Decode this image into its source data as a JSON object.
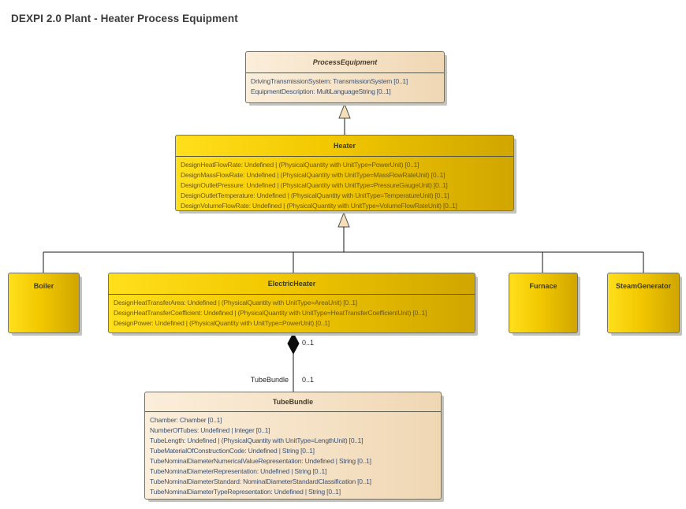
{
  "title": "DEXPI 2.0 Plant - Heater Process Equipment",
  "colors": {
    "class_yellow_light": "#ffdf1c",
    "class_yellow_dark": "#d0a600",
    "class_cream_light": "#fbeeda",
    "class_cream_dark": "#efd7b4",
    "attr_text_yellow": "#6f5b02",
    "attr_text_cream": "#3d5373",
    "box_border": "#73736b",
    "connector_line": "#161616",
    "generalization_arrow_fill": "#f4debc",
    "composition_diamond_fill": "#0c0c0c"
  },
  "classes": {
    "process_equipment": {
      "name": "ProcessEquipment",
      "attributes": [
        "DrivingTransmissionSystem: TransmissionSystem [0..1]",
        "EquipmentDescription: MultiLanguageString [0..1]"
      ]
    },
    "heater": {
      "name": "Heater",
      "attributes": [
        "DesignHeatFlowRate: Undefined | (PhysicalQuantity with UnitType=PowerUnit) [0..1]",
        "DesignMassFlowRate: Undefined | (PhysicalQuantity with UnitType=MassFlowRateUnit) [0..1]",
        "DesignOutletPressure: Undefined | (PhysicalQuantity with UnitType=PressureGaugeUnit) [0..1]",
        "DesignOutletTemperature: Undefined | (PhysicalQuantity with UnitType=TemperatureUnit) [0..1]",
        "DesignVolumeFlowRate: Undefined | (PhysicalQuantity with UnitType=VolumeFlowRateUnit) [0..1]"
      ]
    },
    "boiler": {
      "name": "Boiler"
    },
    "electric_heater": {
      "name": "ElectricHeater",
      "attributes": [
        "DesignHeatTransferArea: Undefined | (PhysicalQuantity with UnitType=AreaUnit) [0..1]",
        "DesignHeatTransferCoefficient: Undefined | (PhysicalQuantity with UnitType=HeatTransferCoefficientUnit) [0..1]",
        "DesignPower: Undefined | (PhysicalQuantity with UnitType=PowerUnit) [0..1]"
      ]
    },
    "furnace": {
      "name": "Furnace"
    },
    "steam_generator": {
      "name": "SteamGenerator"
    },
    "tube_bundle": {
      "name": "TubeBundle",
      "attributes": [
        "Chamber: Chamber [0..1]",
        "NumberOfTubes: Undefined | Integer [0..1]",
        "TubeLength: Undefined | (PhysicalQuantity with UnitType=LengthUnit) [0..1]",
        "TubeMaterialOfConstructionCode: Undefined | String [0..1]",
        "TubeNominalDiameterNumericalValueRepresentation: Undefined | String [0..1]",
        "TubeNominalDiameterRepresentation: Undefined | String [0..1]",
        "TubeNominalDiameterStandard: NominalDiameterStandardClassification [0..1]",
        "TubeNominalDiameterTypeRepresentation: Undefined | String [0..1]"
      ]
    }
  },
  "association": {
    "role_label": "TubeBundle",
    "source_multiplicity": "0..1",
    "target_multiplicity": "0..1"
  }
}
